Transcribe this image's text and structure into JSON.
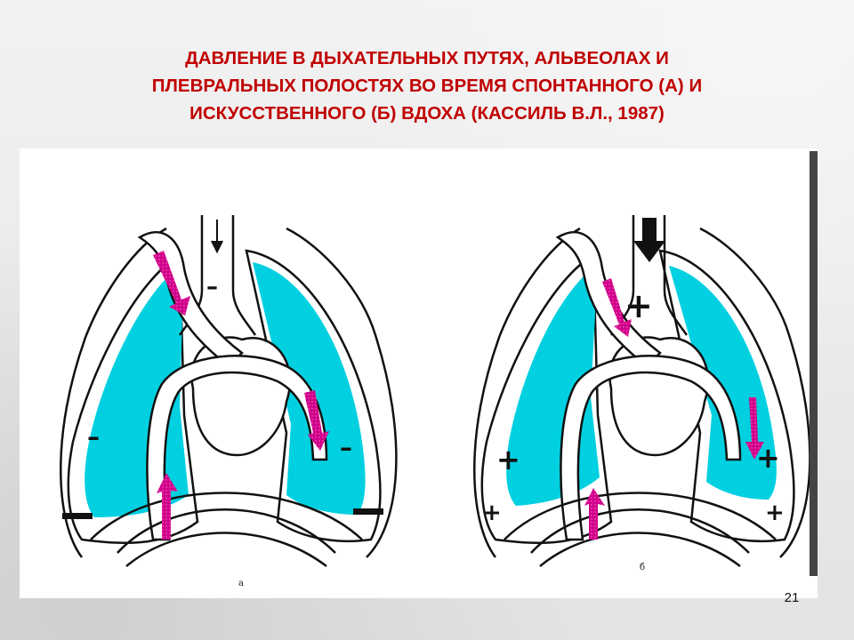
{
  "slide": {
    "title": "ДАВЛЕНИЕ В ДЫХАТЕЛЬНЫХ ПУТЯХ, АЛЬВЕОЛАХ И\nПЛЕВРАЛЬНЫХ ПОЛОСТЯХ ВО ВРЕМЯ СПОНТАННОГО (А) И\nИСКУССТВЕННОГО (Б) ВДОХА (КАССИЛЬ В.Л., 1987)",
    "number": "21"
  },
  "colors": {
    "title": "#c00000",
    "lung_fill": "#00d0e0",
    "vessel_arrow": "#d0008a",
    "outline": "#111111"
  },
  "figure": {
    "panel_a": {
      "label": "а",
      "signs": {
        "trachea": "–",
        "left_lung": "–",
        "right_lung": "–",
        "left_pleura": "–",
        "right_pleura": "–"
      },
      "icons": [
        "airflow-arrow-thin",
        "blood-flow-arrow"
      ]
    },
    "panel_b": {
      "label": "б",
      "signs": {
        "trachea": "+",
        "left_lung": "+",
        "right_lung": "+",
        "left_pleura": "+",
        "right_pleura": "+"
      },
      "icons": [
        "airflow-arrow-bold",
        "blood-flow-arrow"
      ]
    }
  }
}
